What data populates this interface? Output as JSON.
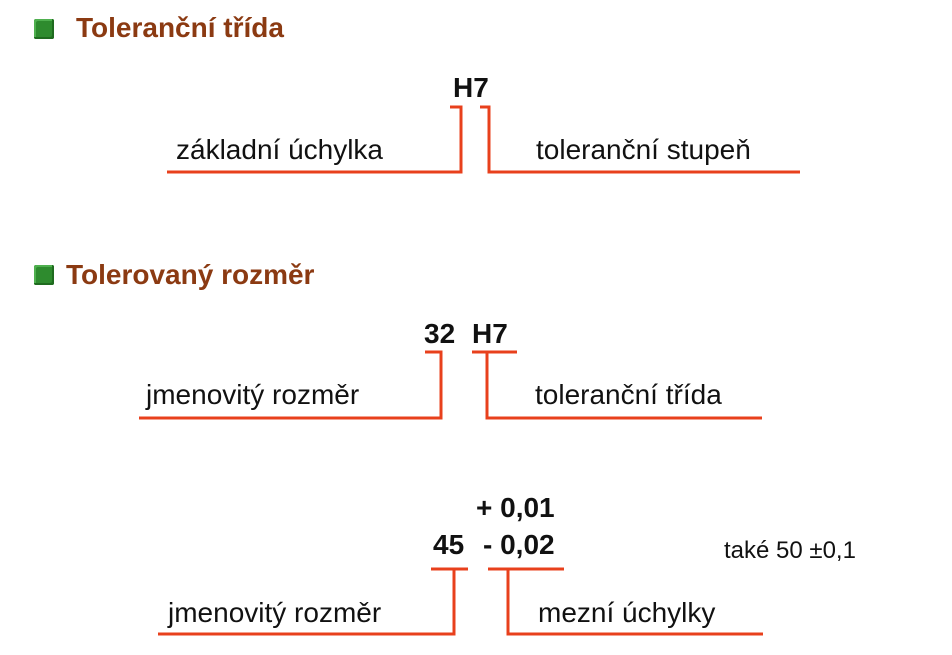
{
  "section1": {
    "heading": "Toleranční třída",
    "code": "H7",
    "left_label": "základní úchylka",
    "right_label": "toleranční stupeň"
  },
  "section2": {
    "heading": "Tolerovaný rozměr",
    "code_number": "32",
    "code_class": "H7",
    "left_label": "jmenovitý rozměr",
    "right_label": "toleranční třída"
  },
  "section3": {
    "upper_deviation": "+ 0,01",
    "nominal": "45",
    "lower_deviation": "- 0,02",
    "left_label": "jmenovitý rozměr",
    "right_label": "mezní úchylky",
    "note": "také 50 ±0,1"
  },
  "colors": {
    "heading": "#8b3a12",
    "bullet": "#2e8b2e",
    "leader_line": "#e8401c"
  },
  "icons": {
    "bullet": "green-square-bullet-icon"
  }
}
